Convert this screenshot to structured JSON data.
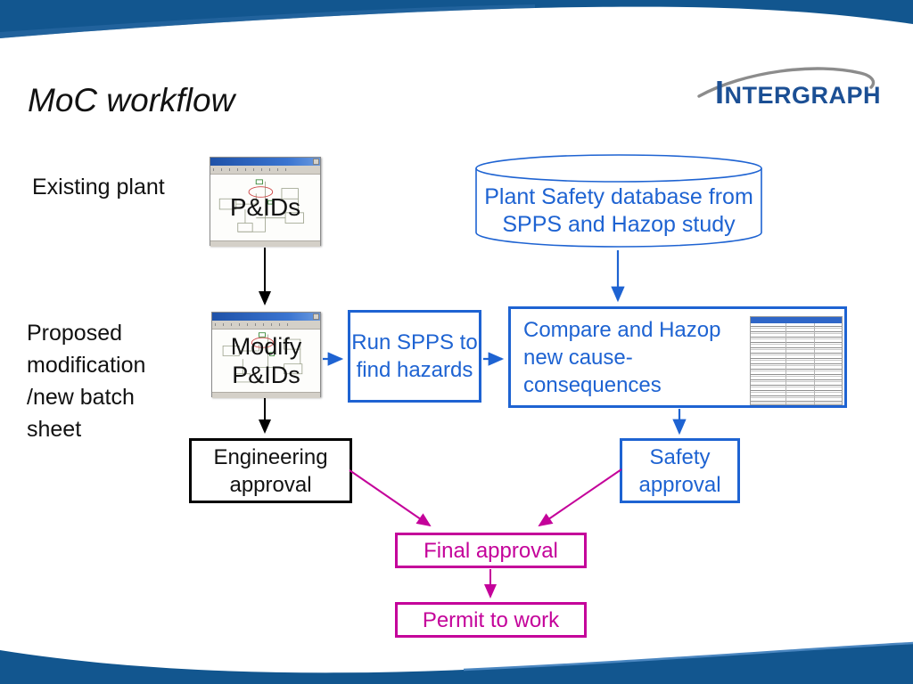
{
  "slide": {
    "title": "MoC workflow",
    "logo_text": "INTERGRAPH"
  },
  "labels": {
    "existing_plant": "Existing plant",
    "proposed_modification": "Proposed modification /new batch sheet"
  },
  "nodes": {
    "pids": {
      "label": "P&IDs"
    },
    "database": {
      "label": "Plant Safety database from SPPS and Hazop study"
    },
    "modify_pids": {
      "label": "Modify P&IDs"
    },
    "run_spps": {
      "label": "Run SPPS to find hazards"
    },
    "compare": {
      "label": "Compare and Hazop new cause-consequences"
    },
    "engineering_approval": {
      "label": "Engineering approval"
    },
    "safety_approval": {
      "label": "Safety approval"
    },
    "final_approval": {
      "label": "Final approval"
    },
    "permit_to_work": {
      "label": "Permit to work"
    }
  },
  "colors": {
    "band_dark_blue": "#12568f",
    "band_accent_blue": "#2e6ea8",
    "flow_blue": "#1e63d2",
    "flow_magenta": "#c4029a",
    "flow_black": "#000000",
    "logo_blue": "#1b4f94",
    "logo_swoosh_gray": "#8c8c8c",
    "table_header_blue": "#2f66c8"
  }
}
